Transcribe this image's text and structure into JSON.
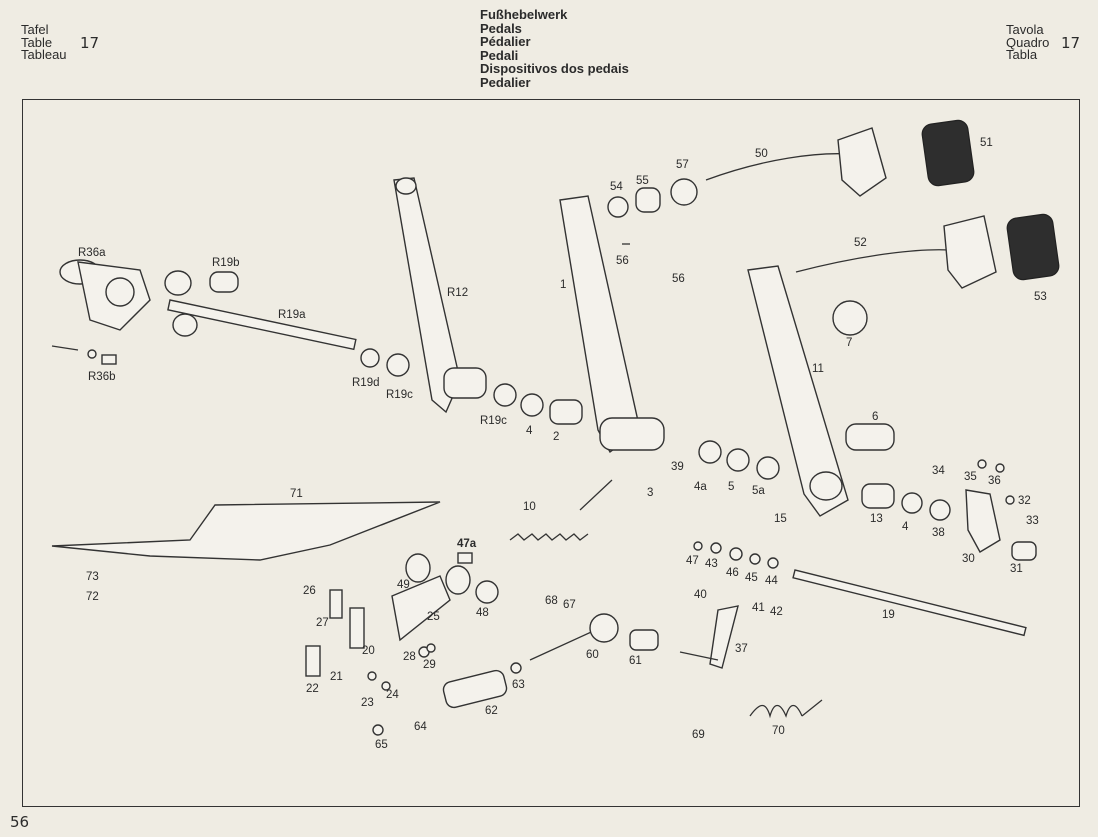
{
  "header": {
    "left_lines": [
      "Tafel",
      "Table",
      "Tableau"
    ],
    "left_number": "17",
    "right_lines": [
      "Tavola",
      "Quadro",
      "Tabla"
    ],
    "right_number": "17",
    "center_lines": [
      "Fußhebelwerk",
      "Pedals",
      "Pédalier",
      "Pedali",
      "Dispositivos dos pedais",
      "Pedalier"
    ]
  },
  "page_number": "56",
  "part_labels": [
    "R36a",
    "R19b",
    "R19a",
    "R12",
    "1",
    "54",
    "55",
    "57",
    "50",
    "51",
    "52",
    "53",
    "56",
    "56",
    "7",
    "11",
    "R36b",
    "R19d",
    "R19c",
    "R19c",
    "4",
    "2",
    "6",
    "3",
    "39",
    "4a",
    "5",
    "5a",
    "34",
    "35",
    "36",
    "32",
    "33",
    "13",
    "4",
    "38",
    "30",
    "31",
    "15",
    "10",
    "71",
    "47a",
    "73",
    "72",
    "49",
    "48",
    "26",
    "27",
    "25",
    "20",
    "28",
    "29",
    "22",
    "21",
    "23",
    "24",
    "64",
    "65",
    "62",
    "63",
    "68",
    "67",
    "60",
    "61",
    "47",
    "43",
    "46",
    "45",
    "44",
    "40",
    "41",
    "42",
    "37",
    "19",
    "69",
    "70"
  ]
}
